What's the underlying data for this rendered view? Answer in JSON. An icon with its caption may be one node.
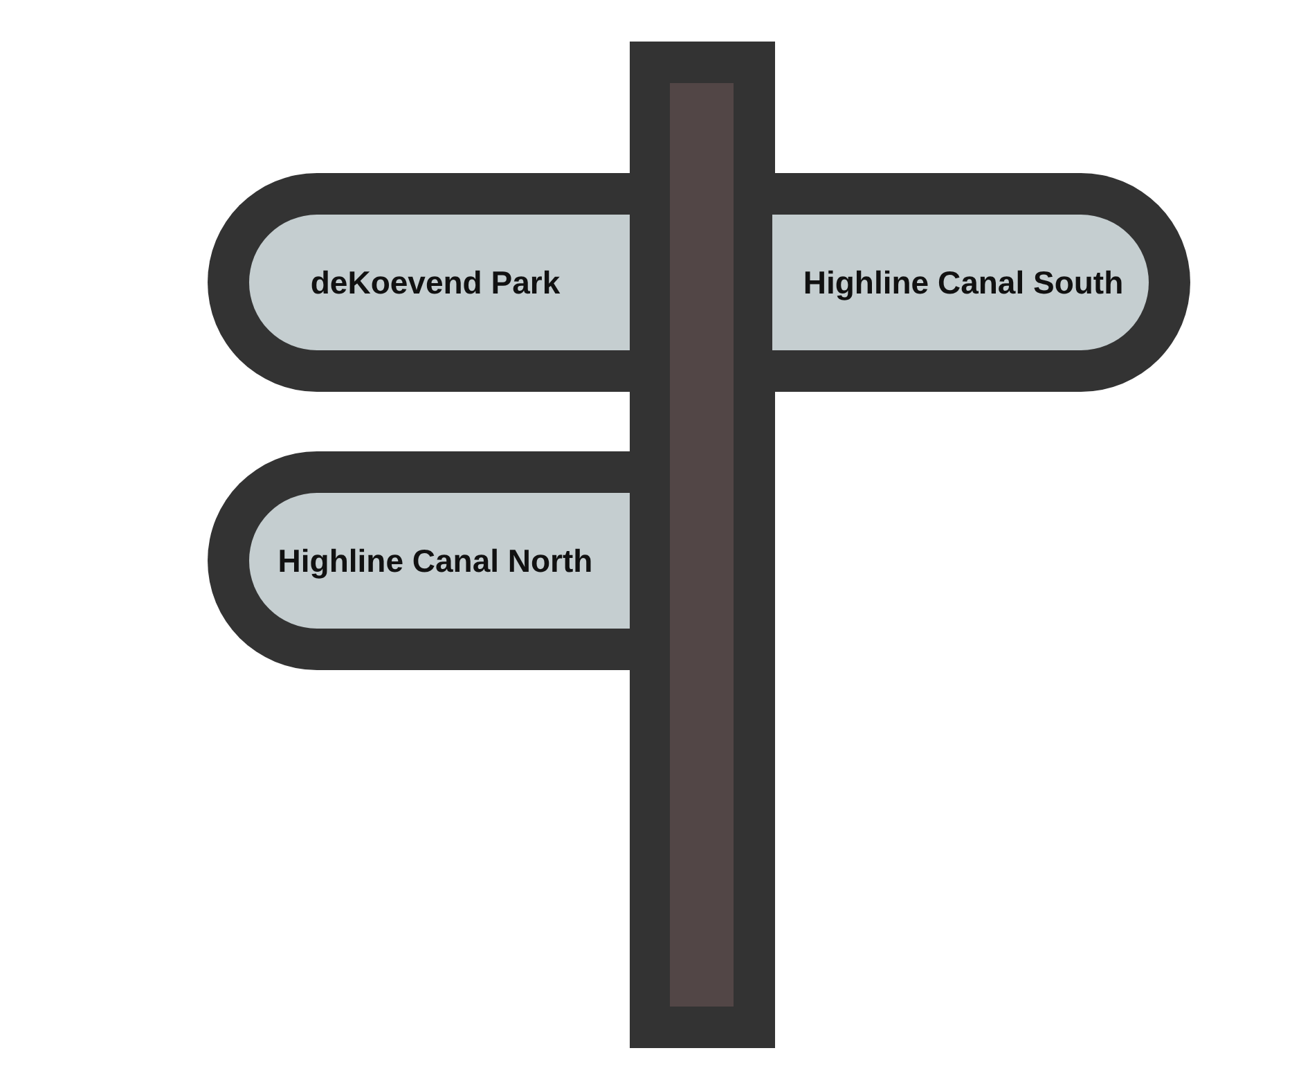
{
  "diagram": {
    "nodes": [
      {
        "text": [
          "deKoevend Park"
        ]
      },
      {
        "text": [
          "Highline Canal South"
        ]
      },
      {
        "text": [
          "Highline Canal North"
        ]
      }
    ]
  }
}
